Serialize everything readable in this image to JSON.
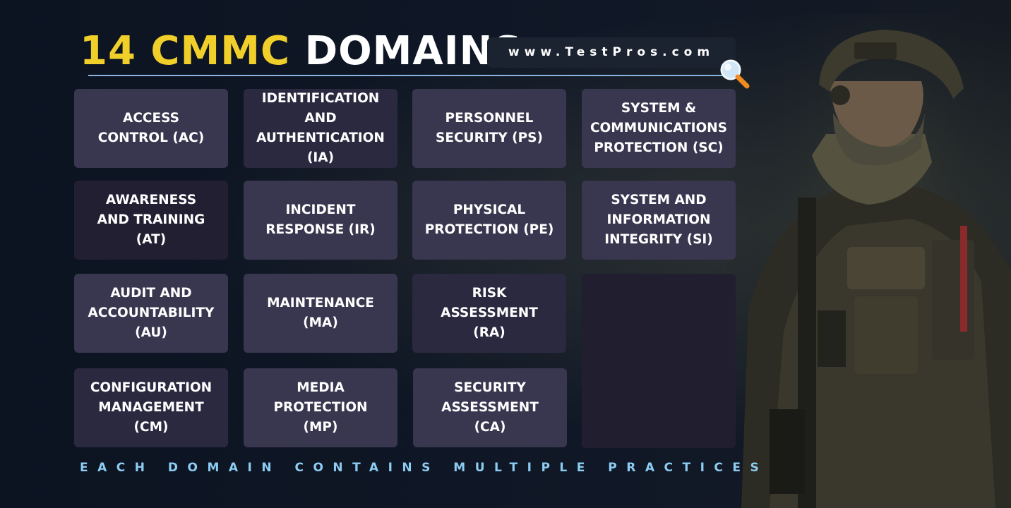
{
  "header": {
    "title_highlight": "14 CMMC",
    "title_rest": "DOMAINS",
    "website": "www.TestPros.com",
    "accent_color": "#f1cf2b"
  },
  "domains": [
    "ACCESS\nCONTROL (AC)",
    "IDENTIFICATION AND\nAUTHENTICATION\n(IA)",
    "PERSONNEL\nSECURITY (PS)",
    "SYSTEM &\nCOMMUNICATIONS\nPROTECTION (SC)",
    "AWARENESS\nAND TRAINING\n(AT)",
    "INCIDENT\nRESPONSE (IR)",
    "PHYSICAL\nPROTECTION (PE)",
    "SYSTEM AND\nINFORMATION\nINTEGRITY (SI)",
    "AUDIT AND\nACCOUNTABILITY\n(AU)",
    "MAINTENANCE\n(MA)",
    "RISK\nASSESSMENT\n(RA)",
    "CONFIGURATION\nMANAGEMENT\n(CM)",
    "MEDIA\nPROTECTION\n(MP)",
    "SECURITY\nASSESSMENT\n(CA)"
  ],
  "footer": {
    "text": "EACH DOMAIN CONTAINS MULTIPLE PRACTICES"
  },
  "icons": {
    "search": "magnifying-glass-icon",
    "background": "soldier-photo"
  }
}
